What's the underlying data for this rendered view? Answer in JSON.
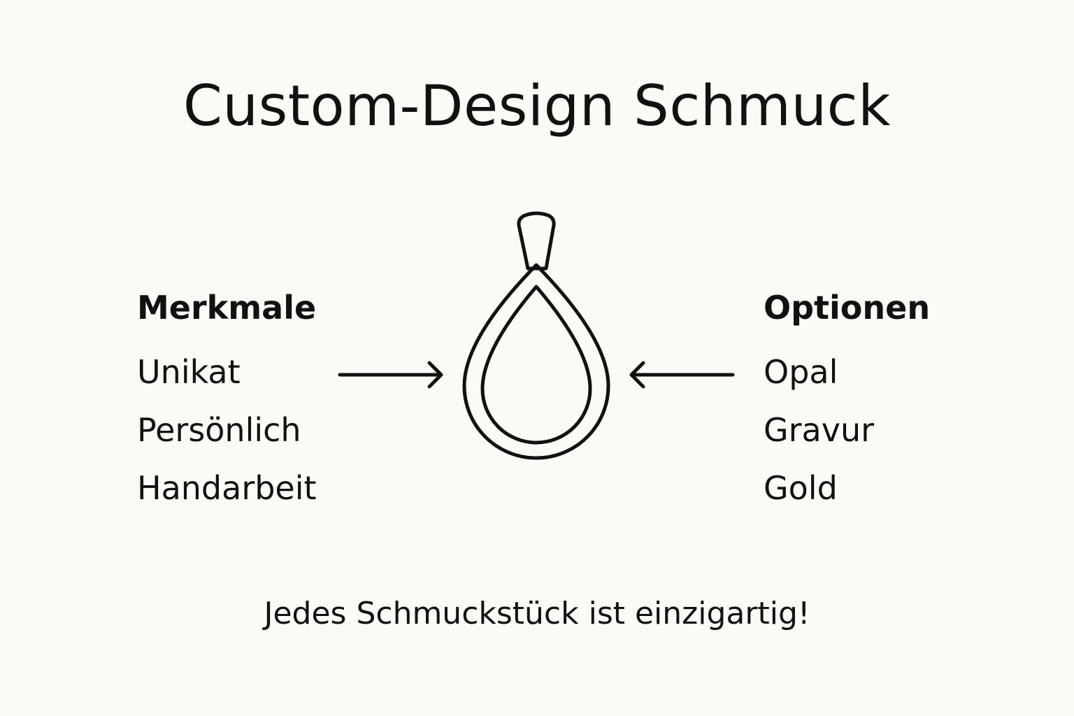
{
  "title": "Custom-Design Schmuck",
  "features": {
    "heading": "Merkmale",
    "items": [
      "Unikat",
      "Persönlich",
      "Handarbeit"
    ]
  },
  "options": {
    "heading": "Optionen",
    "items": [
      "Opal",
      "Gravur",
      "Gold"
    ]
  },
  "center_icon": "pendant-icon",
  "footer": "Jedes Schmuckstück ist einzigartig!",
  "colors": {
    "background": "#fbfaf6",
    "ink": "#111111"
  }
}
